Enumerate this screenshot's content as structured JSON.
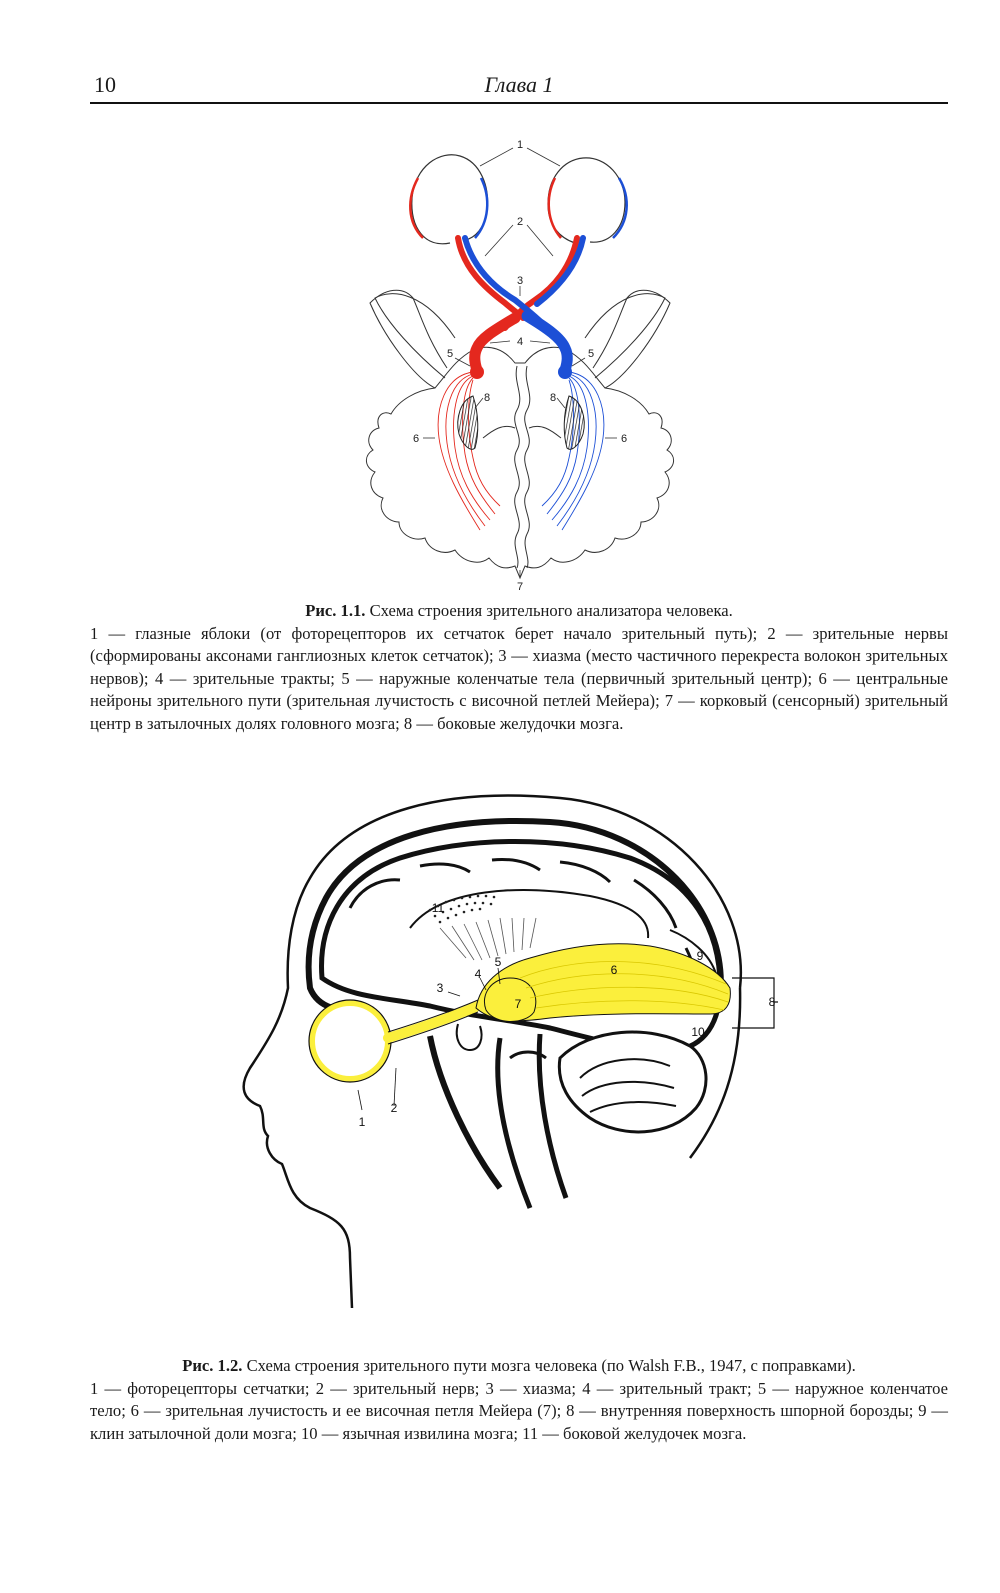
{
  "header": {
    "page_number": "10",
    "chapter": "Глава 1"
  },
  "figure1": {
    "labels": [
      "1",
      "2",
      "3",
      "4",
      "5",
      "5",
      "6",
      "6",
      "7",
      "8",
      "8"
    ],
    "colors": {
      "left_pathway": "#e4281e",
      "right_pathway": "#1c4fd6"
    },
    "caption_label": "Рис. 1.1.",
    "caption_title": " Схема строения зрительного анализатора человека.",
    "caption_body": "1 — глазные яблоки (от фоторецепторов их сетчаток берет начало зрительный путь); 2 — зрительные нервы (сформированы аксонами ганглиозных клеток сетчаток); 3 — хиазма (место частичного перекреста волокон зрительных нервов); 4 — зрительные тракты; 5 — наружные коленчатые тела (первичный зрительный центр); 6 — центральные нейроны зрительного пути (зрительная лучистость с височной петлей Мейера); 7 — корковый (сенсорный) зрительный центр в затылочных долях головного мозга; 8 — боковые желудочки мозга."
  },
  "figure2": {
    "labels": [
      "1",
      "2",
      "3",
      "4",
      "5",
      "6",
      "7",
      "8",
      "9",
      "10",
      "11"
    ],
    "colors": {
      "pathway": "#fbef3c"
    },
    "caption_label": "Рис. 1.2.",
    "caption_title": " Схема строения зрительного пути мозга человека (по Walsh F.B., 1947, с поправками).",
    "caption_body": "1 — фоторецепторы сетчатки; 2 — зрительный нерв; 3 — хиазма; 4 — зрительный тракт; 5 — наружное коленчатое тело; 6 — зрительная лучистость и ее височная петля Мейера (7); 8 — внутренняя поверхность шпорной борозды; 9 — клин затылочной доли мозга; 10 — язычная извилина мозга; 11 — боковой желудочек мозга."
  }
}
